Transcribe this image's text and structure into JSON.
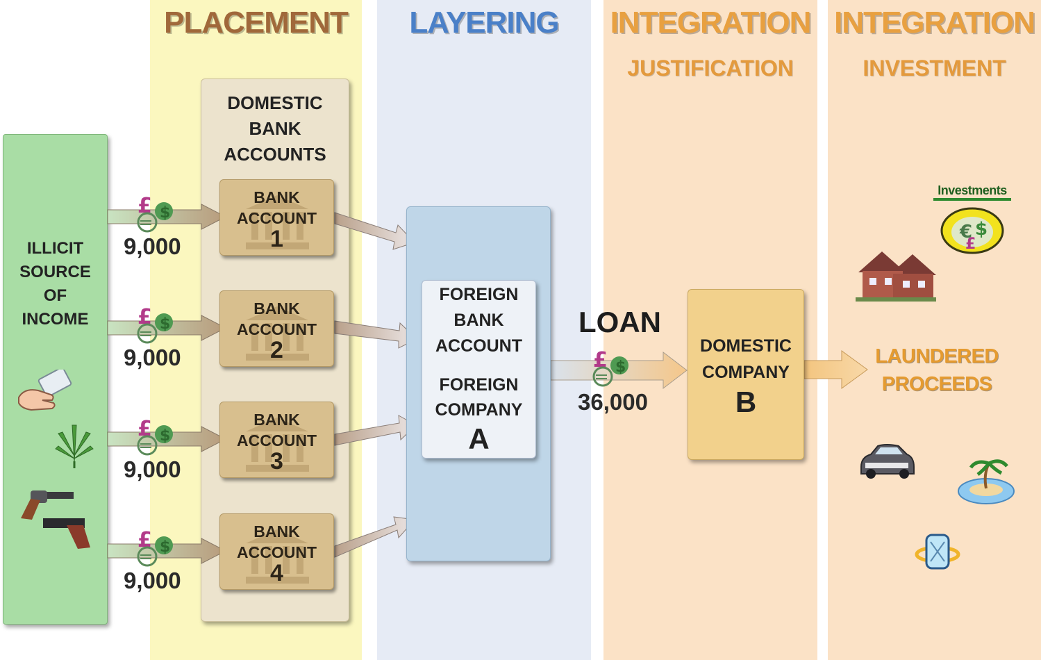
{
  "phases": {
    "placement": {
      "title": "PLACEMENT",
      "color": "#a0683a"
    },
    "layering": {
      "title": "LAYERING",
      "color": "#4a80c8"
    },
    "integration_justification": {
      "title": "INTEGRATION",
      "subtitle": "JUSTIFICATION",
      "color": "#e8a040"
    },
    "integration_investment": {
      "title": "INTEGRATION",
      "subtitle": "INVESTMENT",
      "color": "#e8a040"
    }
  },
  "source": {
    "line1": "ILLICIT",
    "line2": "SOURCE",
    "line3": "OF",
    "line4": "INCOME"
  },
  "bank_group": {
    "line1": "DOMESTIC",
    "line2": "BANK",
    "line3": "ACCOUNTS"
  },
  "accounts": [
    {
      "line1": "BANK",
      "line2": "ACCOUNT",
      "number": "1",
      "amount": "9,000"
    },
    {
      "line1": "BANK",
      "line2": "ACCOUNT",
      "number": "2",
      "amount": "9,000"
    },
    {
      "line1": "BANK",
      "line2": "ACCOUNT",
      "number": "3",
      "amount": "9,000"
    },
    {
      "line1": "BANK",
      "line2": "ACCOUNT",
      "number": "4",
      "amount": "9,000"
    }
  ],
  "foreign": {
    "line1": "FOREIGN",
    "line2": "BANK",
    "line3": "ACCOUNT",
    "line4": "FOREIGN",
    "line5": "COMPANY",
    "letter": "A"
  },
  "loan": {
    "label": "LOAN",
    "amount": "36,000"
  },
  "domestic_company": {
    "line1": "DOMESTIC",
    "line2": "COMPANY",
    "letter": "B"
  },
  "laundered": {
    "line1": "LAUNDERED",
    "line2": "PROCEEDS"
  },
  "investment_sign": {
    "text": "Investments"
  },
  "icons": [
    "pound-icon",
    "dollar-icon",
    "euro-icon",
    "cash-hand-icon",
    "cannabis-leaf-icon",
    "revolver-icon",
    "pistol-icon",
    "house-icon",
    "investment-pot-icon",
    "car-icon",
    "island-icon",
    "diamond-ring-icon"
  ]
}
